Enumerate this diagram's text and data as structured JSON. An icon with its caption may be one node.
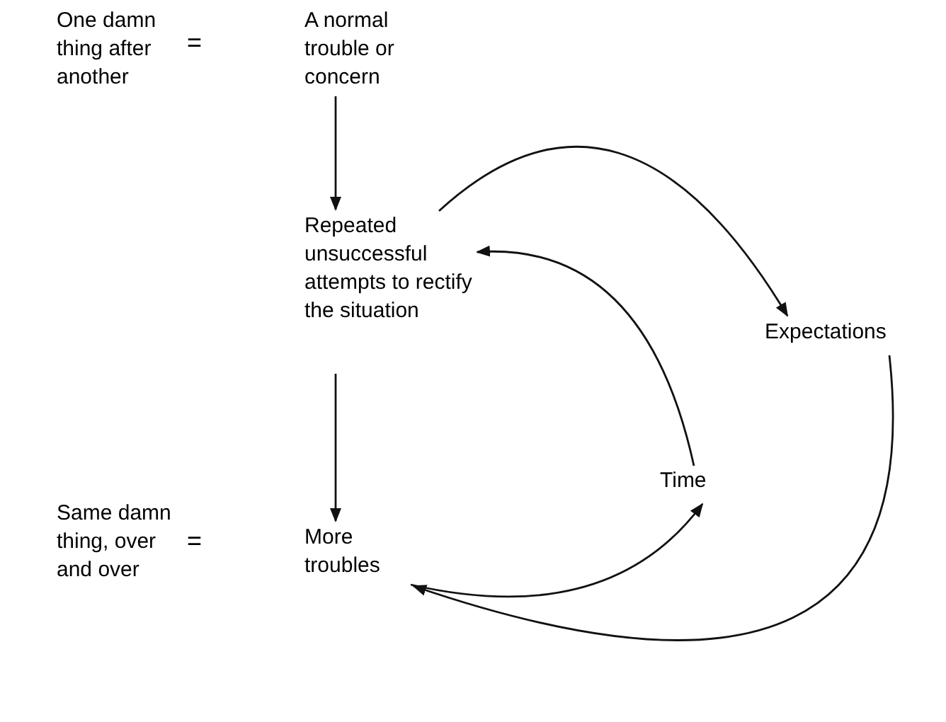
{
  "diagram": {
    "nodes": [
      {
        "text": [
          "One damn thing after another"
        ]
      },
      {
        "text": [
          "A normal trouble or concern"
        ]
      },
      {
        "text": [
          "Repeated unsuccessful attempts to rectify the situation"
        ]
      },
      {
        "text": [
          "Expectations"
        ]
      },
      {
        "text": [
          "Time"
        ]
      },
      {
        "text": [
          "Same damn thing, over and over"
        ]
      },
      {
        "text": [
          "More troubles"
        ]
      }
    ],
    "edges": [
      {
        "from": 1,
        "to": 2,
        "arrow": "to"
      },
      {
        "from": 2,
        "to": 6,
        "arrow": "to"
      },
      {
        "from": 2,
        "to": 3,
        "arrow": "to"
      },
      {
        "from": 4,
        "to": 2,
        "arrow": "to"
      },
      {
        "from": 6,
        "to": 4,
        "arrow": "to"
      },
      {
        "from": 3,
        "to": 6,
        "arrow": "to"
      }
    ],
    "labels": [
      "=",
      "="
    ]
  }
}
